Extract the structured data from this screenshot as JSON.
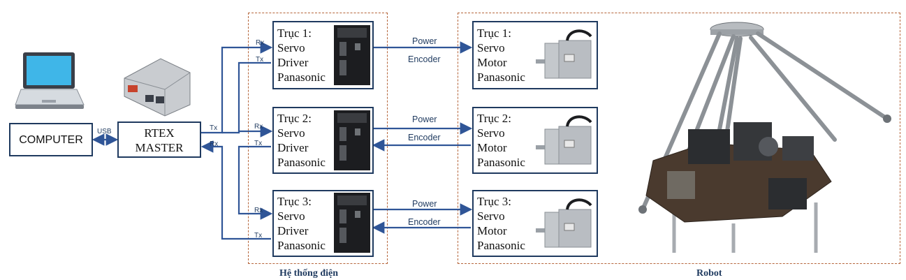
{
  "computer": {
    "label": "COMPUTER"
  },
  "usb_label": "USB",
  "master": {
    "line1": "RTEX",
    "line2": "MASTER"
  },
  "port_labels": {
    "tx": "Tx",
    "rx": "Rx"
  },
  "signal_labels": {
    "power": "Power",
    "encoder": "Encoder"
  },
  "drivers": [
    {
      "title": "Trục 1:",
      "l1": "Servo",
      "l2": "Driver",
      "l3": "Panasonic"
    },
    {
      "title": "Trục 2:",
      "l1": "Servo",
      "l2": "Driver",
      "l3": "Panasonic"
    },
    {
      "title": "Trục 3:",
      "l1": "Servo",
      "l2": "Driver",
      "l3": "Panasonic"
    }
  ],
  "motors": [
    {
      "title": "Trục 1:",
      "l1": "Servo",
      "l2": "Motor",
      "l3": "Panasonic"
    },
    {
      "title": "Trục 2:",
      "l1": "Servo",
      "l2": "Motor",
      "l3": "Panasonic"
    },
    {
      "title": "Trục 3:",
      "l1": "Servo",
      "l2": "Motor",
      "l3": "Panasonic"
    }
  ],
  "groups": {
    "electrical": "Hệ thống điện",
    "robot": "Robot"
  },
  "colors": {
    "line": "#2f5597",
    "border": "#1f3a5f",
    "dash": "#b5653a"
  }
}
